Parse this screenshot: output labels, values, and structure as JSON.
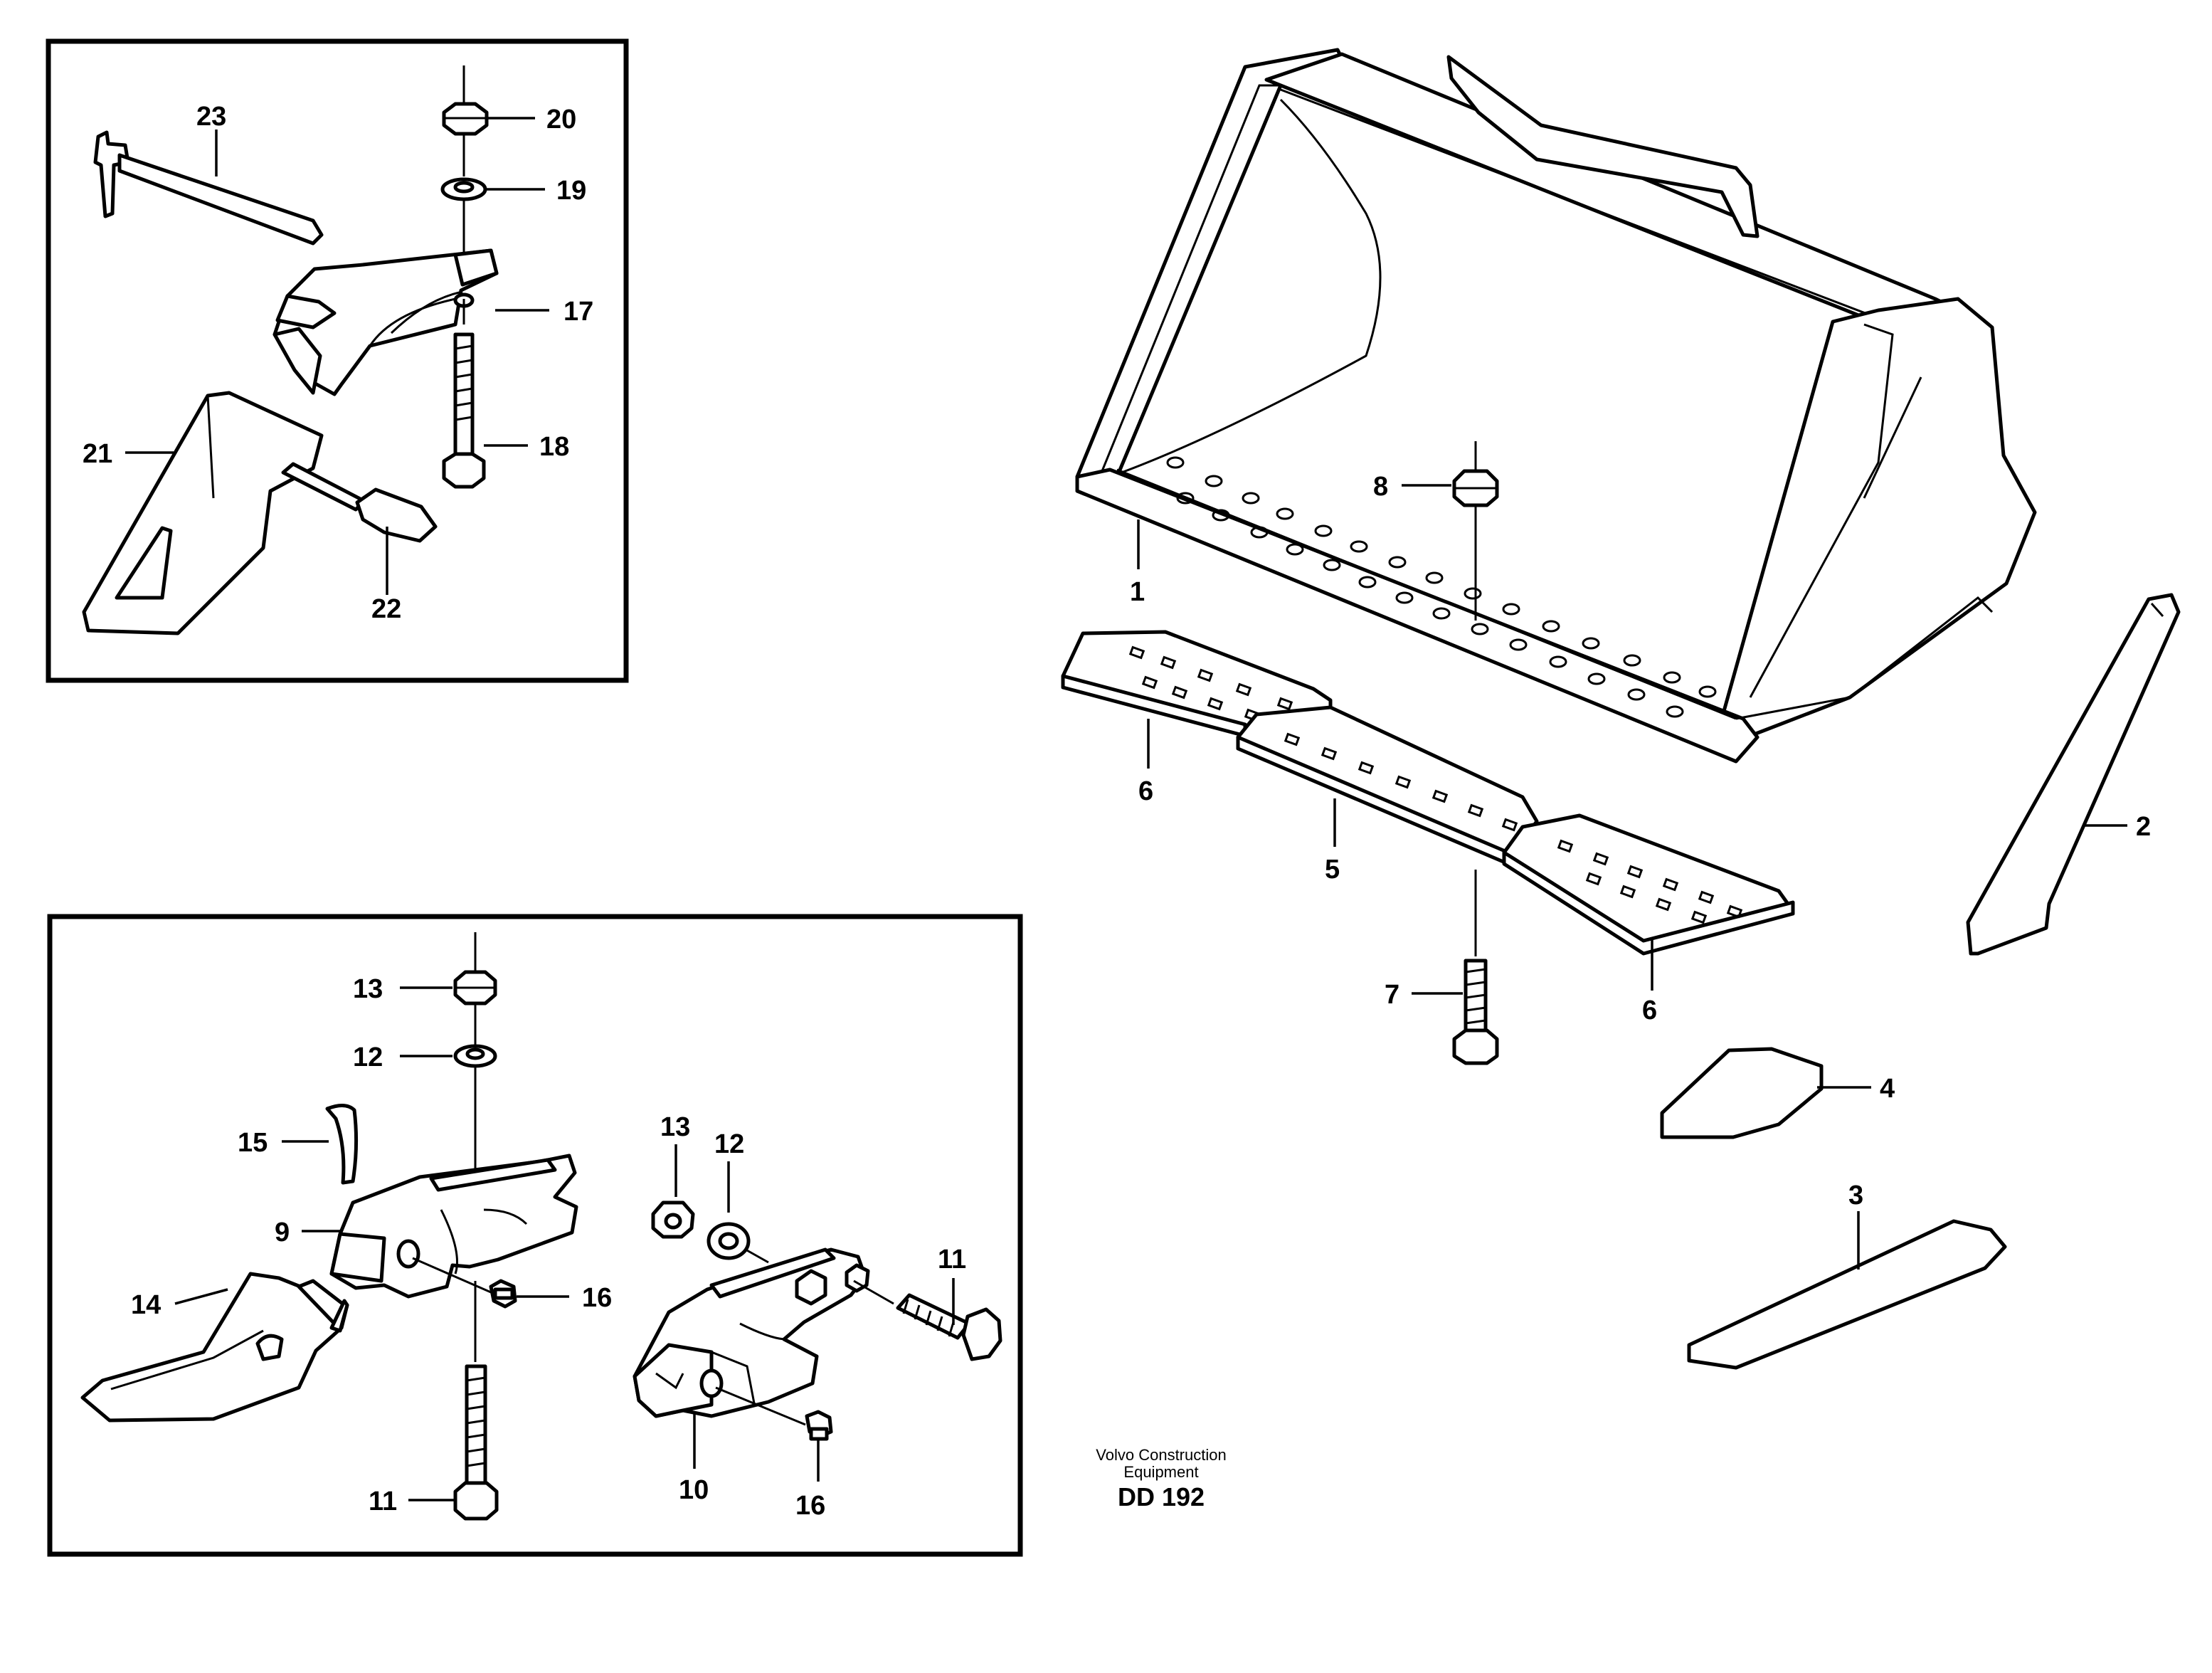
{
  "callouts": {
    "c1": "1",
    "c2": "2",
    "c3": "3",
    "c4": "4",
    "c5": "5",
    "c6a": "6",
    "c6b": "6",
    "c7": "7",
    "c8": "8",
    "c9": "9",
    "c10": "10",
    "c11a": "11",
    "c11b": "11",
    "c12a": "12",
    "c12b": "12",
    "c13a": "13",
    "c13b": "13",
    "c14": "14",
    "c15": "15",
    "c16a": "16",
    "c16b": "16",
    "c17": "17",
    "c18": "18",
    "c19": "19",
    "c20": "20",
    "c21": "21",
    "c22": "22",
    "c23": "23"
  },
  "footer": {
    "company_line1": "Volvo Construction",
    "company_line2": "Equipment",
    "drawing_code": "DD 192"
  }
}
